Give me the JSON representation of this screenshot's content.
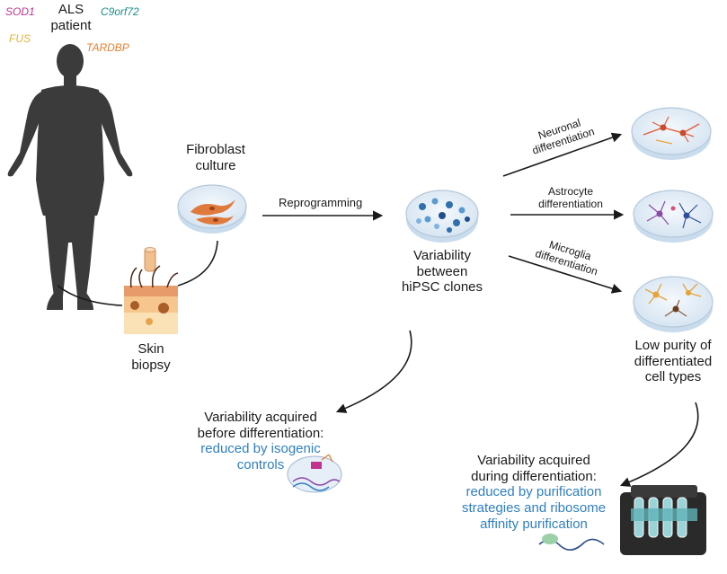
{
  "patient": {
    "title_line1": "ALS",
    "title_line2": "patient",
    "genes": [
      {
        "label": "SOD1",
        "color": "#c2328f"
      },
      {
        "label": "C9orf72",
        "color": "#17908a"
      },
      {
        "label": "FUS",
        "color": "#e1b33a"
      },
      {
        "label": "TARDBP",
        "color": "#e4812f"
      }
    ]
  },
  "skin_biopsy": {
    "line1": "Skin",
    "line2": "biopsy"
  },
  "fibroblast": {
    "line1": "Fibroblast",
    "line2": "culture"
  },
  "reprogramming_label": "Reprogramming",
  "hipsc": {
    "line1": "Variability",
    "line2": "between",
    "line3": "hiPSC clones"
  },
  "differentiation": {
    "neuronal": {
      "line1": "Neuronal",
      "line2": "differentiation"
    },
    "astrocyte": {
      "line1": "Astrocyte",
      "line2": "differentiation"
    },
    "microglia": {
      "line1": "Microglia",
      "line2": "differentiation"
    }
  },
  "low_purity": {
    "line1": "Low purity of",
    "line2": "differentiated",
    "line3": "cell types"
  },
  "before_box": {
    "line1": "Variability acquired",
    "line2": "before differentiation:",
    "line3": "reduced by isogenic",
    "line4": "controls"
  },
  "during_box": {
    "line1": "Variability acquired",
    "line2": "during differentiation:",
    "line3": "reduced by purification",
    "line4": "strategies and ribosome",
    "line5": "affinity purification"
  },
  "colors": {
    "text": "#1a1a1a",
    "highlight_blue": "#2f7fc1",
    "silhouette": "#3b3b3b",
    "dish_fill": "#e3eef8"
  }
}
